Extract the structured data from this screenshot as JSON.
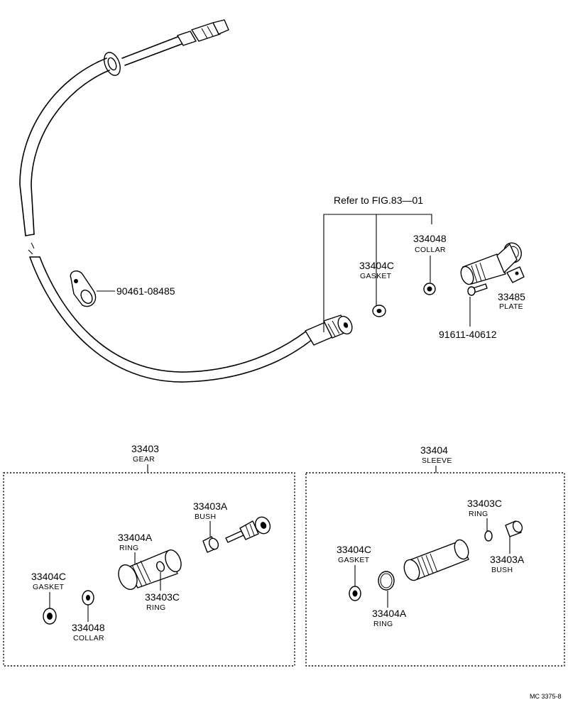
{
  "refer_label": "Refer to FIG.83—01",
  "parts": {
    "clamp_bolt": "90461-08485",
    "collar_top": {
      "number": "334048",
      "name": "COLLAR"
    },
    "gasket_top": {
      "number": "33404C",
      "name": "GASKET"
    },
    "plate": {
      "number": "33485",
      "name": "PLATE"
    },
    "bolt": "91611-40612"
  },
  "gear_group": {
    "number": "33403",
    "name": "GEAR",
    "bush": {
      "number": "33403A",
      "name": "BUSH"
    },
    "ring_a": {
      "number": "33404A",
      "name": "RING"
    },
    "ring_c": {
      "number": "33403C",
      "name": "RING"
    },
    "gasket": {
      "number": "33404C",
      "name": "GASKET"
    },
    "collar": {
      "number": "334048",
      "name": "COLLAR"
    }
  },
  "sleeve_group": {
    "number": "33404",
    "name": "SLEEVE",
    "ring_c": {
      "number": "33403C",
      "name": "RING"
    },
    "bush": {
      "number": "33403A",
      "name": "BUSH"
    },
    "gasket": {
      "number": "33404C",
      "name": "GASKET"
    },
    "ring_a": {
      "number": "33404A",
      "name": "RING"
    }
  },
  "figure_code": "MC 3375-8"
}
